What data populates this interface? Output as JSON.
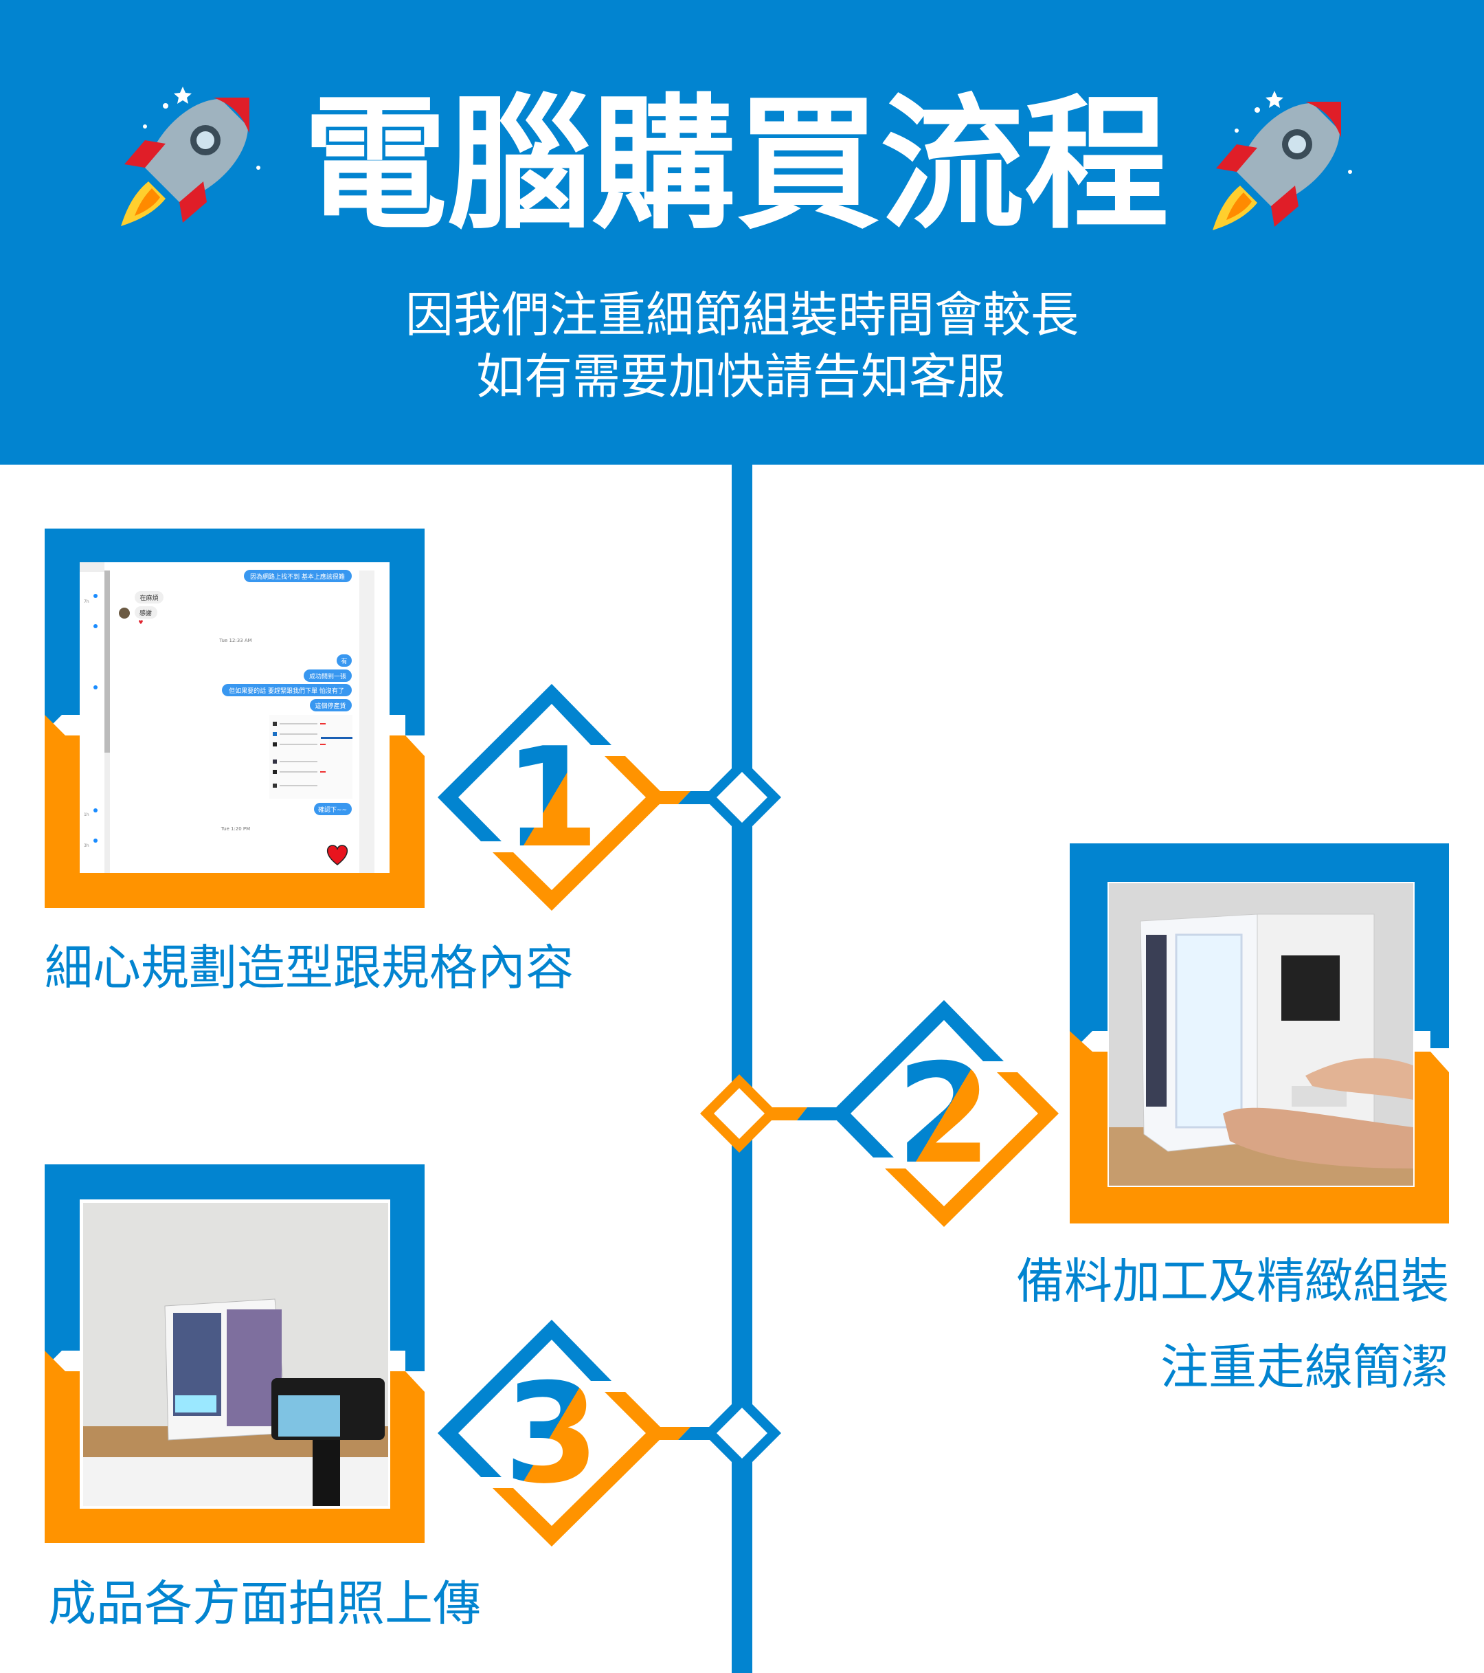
{
  "colors": {
    "blue": "#0284d0",
    "orange": "#ff9300",
    "white": "#ffffff"
  },
  "header": {
    "title": "電腦購買流程",
    "subtitle_line1": "因我們注重細節組裝時間會較長",
    "subtitle_line2": "如有需要加快請告知客服",
    "icon": "rocket-icon"
  },
  "steps": [
    {
      "number": "1",
      "label": "細心規劃造型跟規格內容"
    },
    {
      "number": "2",
      "label_line1": "備料加工及精緻組裝",
      "label_line2": "注重走線簡潔"
    },
    {
      "number": "3",
      "label": "成品各方面拍照上傳"
    }
  ],
  "chat": {
    "messages": [
      {
        "side": "out",
        "text": "因為網路上找不到 基本上應該很難"
      },
      {
        "side": "in",
        "text": "在麻煩"
      },
      {
        "side": "in",
        "text": "感謝"
      },
      {
        "side": "time",
        "text": "Tue 12:33 AM"
      },
      {
        "side": "out",
        "text": "有"
      },
      {
        "side": "out",
        "text": "成功問到一張"
      },
      {
        "side": "out",
        "text": "但如果要的話 要趕緊跟我們下單 怕沒有了"
      },
      {
        "side": "out",
        "text": "這個停產貨"
      },
      {
        "side": "out",
        "text": "確認下~~"
      },
      {
        "side": "time",
        "text": "Tue 1:20 PM"
      }
    ],
    "sidebar_times": [
      "7h",
      "1h",
      "3h"
    ]
  }
}
